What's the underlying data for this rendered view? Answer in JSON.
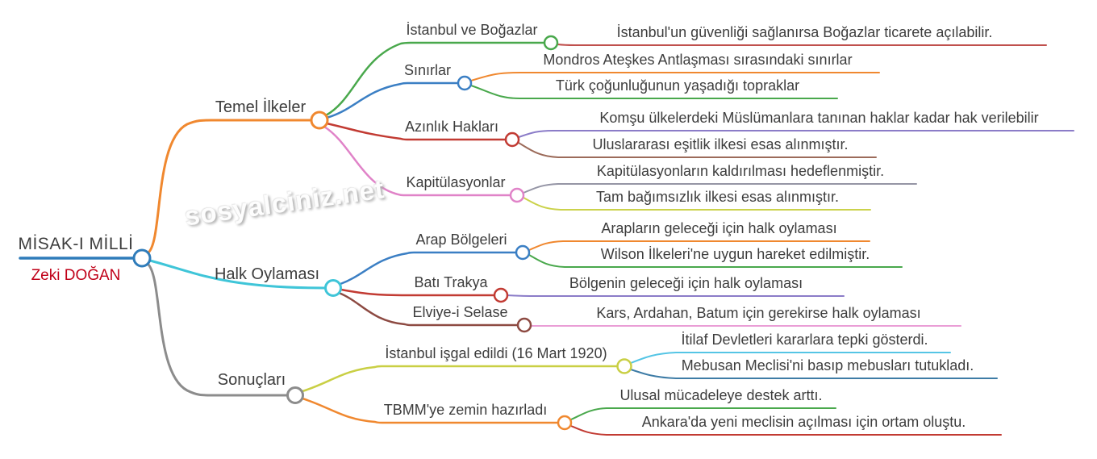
{
  "title": "MİSAK-I MİLLİ mind map",
  "watermark": {
    "text": "sosyalciniz.net"
  },
  "palette": {
    "root_line": "#2f7cba",
    "author_red": "#c00018",
    "label_text": "#3d3d3d",
    "background": "#ffffff"
  },
  "root": {
    "label": "MİSAK-I MİLLİ",
    "author": "Zeki DOĞAN"
  },
  "branches": [
    {
      "label": "Temel İlkeler",
      "color": "#f0882f",
      "children": [
        {
          "label": "İstanbul ve Boğazlar",
          "color": "#49a84c",
          "leaves": [
            {
              "text": "İstanbul'un güvenliği sağlanırsa Boğazlar ticarete açılabilir.",
              "color": "#c0504d"
            }
          ]
        },
        {
          "label": "Sınırlar",
          "color": "#3b7fc4",
          "leaves": [
            {
              "text": "Mondros Ateşkes Antlaşması sırasındaki sınırlar",
              "color": "#f0882f"
            },
            {
              "text": "Türk çoğunluğunun yaşadığı topraklar",
              "color": "#49a84c"
            }
          ]
        },
        {
          "label": "Azınlık Hakları",
          "color": "#c23b33",
          "leaves": [
            {
              "text": "Komşu ülkelerdeki Müslümanlara tanınan haklar kadar hak verilebilir",
              "color": "#8b7cc8"
            },
            {
              "text": "Uluslararası eşitlik ilkesi esas alınmıştır.",
              "color": "#9c6b5a"
            }
          ]
        },
        {
          "label": "Kapitülasyonlar",
          "color": "#e083c8",
          "leaves": [
            {
              "text": "Kapitülasyonların kaldırılması hedeflenmiştir.",
              "color": "#9595a5"
            },
            {
              "text": "Tam bağımsızlık ilkesi esas alınmıştır.",
              "color": "#cbd24b"
            }
          ]
        }
      ]
    },
    {
      "label": "Halk Oylaması",
      "color": "#3fc5d8",
      "children": [
        {
          "label": "Arap Bölgeleri",
          "color": "#3b7fc4",
          "leaves": [
            {
              "text": "Arapların geleceği için halk oylaması",
              "color": "#f0882f"
            },
            {
              "text": "Wilson İlkeleri'ne uygun hareket edilmiştir.",
              "color": "#49a84c"
            }
          ]
        },
        {
          "label": "Batı Trakya",
          "color": "#c23b33",
          "leaves": [
            {
              "text": "Bölgenin geleceği için halk oylaması",
              "color": "#8b7cc8"
            }
          ]
        },
        {
          "label": "Elviye-i Selase",
          "color": "#8d4a42",
          "leaves": [
            {
              "text": "Kars, Ardahan, Batum için gerekirse halk oylaması",
              "color": "#ea9ed6"
            }
          ]
        }
      ]
    },
    {
      "label": "Sonuçları",
      "color": "#8c8c8c",
      "children": [
        {
          "label": "İstanbul işgal edildi (16 Mart 1920)",
          "color": "#c9cf44",
          "leaves": [
            {
              "text": "İtilaf Devletleri kararlara tepki gösterdi.",
              "color": "#55c5e5"
            },
            {
              "text": "Mebusan Meclisi'ni basıp mebusları tutukladı.",
              "color": "#3e7ca6"
            }
          ]
        },
        {
          "label": "TBMM'ye zemin hazırladı",
          "color": "#f0882f",
          "leaves": [
            {
              "text": "Ulusal mücadeleye destek arttı.",
              "color": "#49a84c"
            },
            {
              "text": "Ankara'da yeni meclisin açılması için ortam oluştu.",
              "color": "#c23b33"
            }
          ]
        }
      ]
    }
  ]
}
